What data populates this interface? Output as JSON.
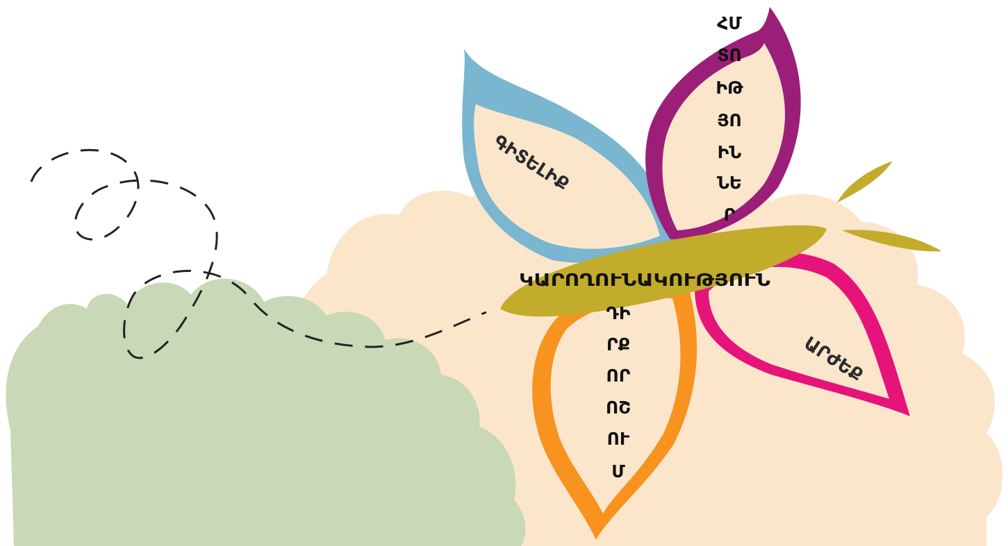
{
  "colors": {
    "background": "#ffffff",
    "cream_cloud": "#fbe6cc",
    "green_bush": "#c9d8b6",
    "wing_fill": "#fbe6cc",
    "wing_blue": "#7ab6cf",
    "wing_purple": "#9b1f78",
    "wing_pink": "#e6137a",
    "wing_orange": "#f7931e",
    "body_olive": "#c3ab2b",
    "flight_path": "#222222"
  },
  "wings": {
    "top_left": {
      "label": "ԳԻՏԵԼԻՔ"
    },
    "bottom_right": {
      "label": "ԱՐԺԵՔ"
    },
    "top_right": {
      "lines": [
        "ՀՄ",
        "ՏՈ",
        "ԻԹ",
        "ՅՈ",
        "ԻՆ",
        "ՆԵ",
        "Ր"
      ]
    },
    "bottom_left": {
      "lines": [
        "ԴԻ",
        "ՐՔ",
        "ՈՐ",
        "ՈՇ",
        "ՈՒ",
        "Մ"
      ]
    }
  },
  "body": {
    "label": "ԿԱՐՈՂՈՒՆԱԿՈՒԹՅՈՒՆ"
  },
  "icons": {
    "butterfly": "butterfly-icon",
    "flight_path": "dashed-flight-path"
  }
}
